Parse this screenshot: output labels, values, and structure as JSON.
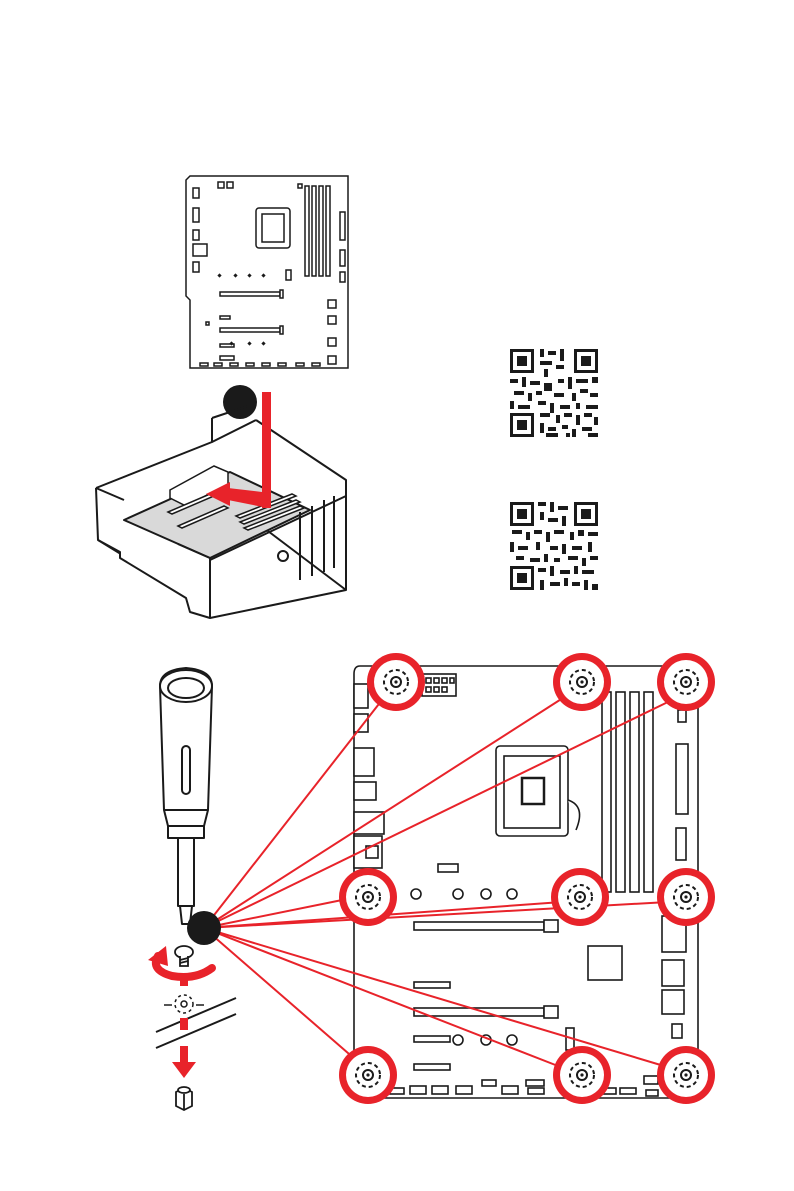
{
  "colors": {
    "accent": "#e8232a",
    "line": "#1a1a1a",
    "board_fill": "#ffffff",
    "tray_fill": "#d9d9d9"
  },
  "steps": [
    {
      "id": "step-1",
      "label": ""
    },
    {
      "id": "step-2",
      "label": ""
    }
  ],
  "qr_codes": [
    {
      "name": "qr-code-top"
    },
    {
      "name": "qr-code-bottom"
    }
  ],
  "icons": [
    "screwdriver-icon",
    "screw-icon",
    "standoff-icon",
    "rotate-arrow-icon",
    "down-arrow-icon",
    "insert-arrow-icon"
  ]
}
